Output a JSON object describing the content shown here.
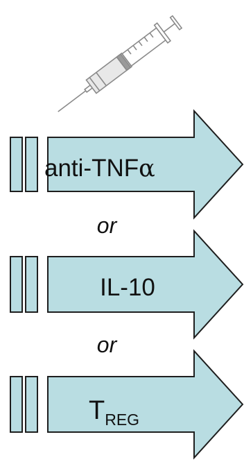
{
  "colors": {
    "arrow_fill": "#b9dde2",
    "arrow_stroke": "#1e1e1e",
    "syringe": "#8a8a8a"
  },
  "syringe": {
    "icon": "syringe-icon"
  },
  "treatments": [
    {
      "label": "anti-TNF",
      "greek": "α"
    },
    {
      "label": "IL-10"
    },
    {
      "label": "T",
      "subscript": "REG"
    }
  ],
  "connectors": [
    "or",
    "or"
  ]
}
